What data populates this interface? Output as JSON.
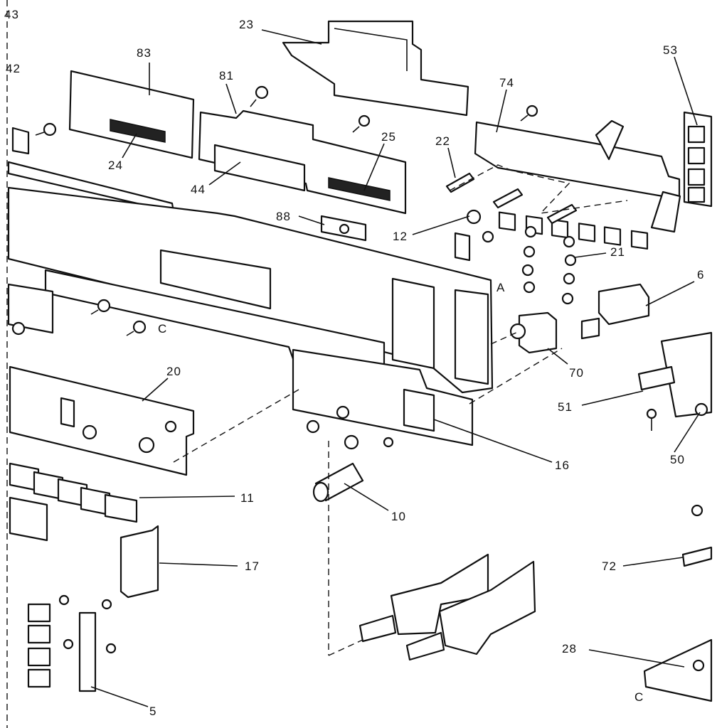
{
  "diagram": {
    "part_labels": [
      {
        "key": "l43",
        "text": "43"
      },
      {
        "key": "l42",
        "text": "42"
      },
      {
        "key": "l83",
        "text": "83"
      },
      {
        "key": "l81",
        "text": "81"
      },
      {
        "key": "l23",
        "text": "23"
      },
      {
        "key": "l74",
        "text": "74"
      },
      {
        "key": "l53",
        "text": "53"
      },
      {
        "key": "l24",
        "text": "24"
      },
      {
        "key": "l44",
        "text": "44"
      },
      {
        "key": "l25",
        "text": "25"
      },
      {
        "key": "l22",
        "text": "22"
      },
      {
        "key": "l88",
        "text": "88"
      },
      {
        "key": "l12",
        "text": "12"
      },
      {
        "key": "l21",
        "text": "21"
      },
      {
        "key": "l6",
        "text": "6"
      },
      {
        "key": "lA",
        "text": "A"
      },
      {
        "key": "lC1",
        "text": "C"
      },
      {
        "key": "l70",
        "text": "70"
      },
      {
        "key": "l20",
        "text": "20"
      },
      {
        "key": "l51",
        "text": "51"
      },
      {
        "key": "l16",
        "text": "16"
      },
      {
        "key": "l50",
        "text": "50"
      },
      {
        "key": "l11",
        "text": "11"
      },
      {
        "key": "l10",
        "text": "10"
      },
      {
        "key": "l17",
        "text": "17"
      },
      {
        "key": "l72",
        "text": "72"
      },
      {
        "key": "l28",
        "text": "28"
      },
      {
        "key": "lC2",
        "text": "C"
      },
      {
        "key": "l5",
        "text": "5"
      }
    ]
  }
}
